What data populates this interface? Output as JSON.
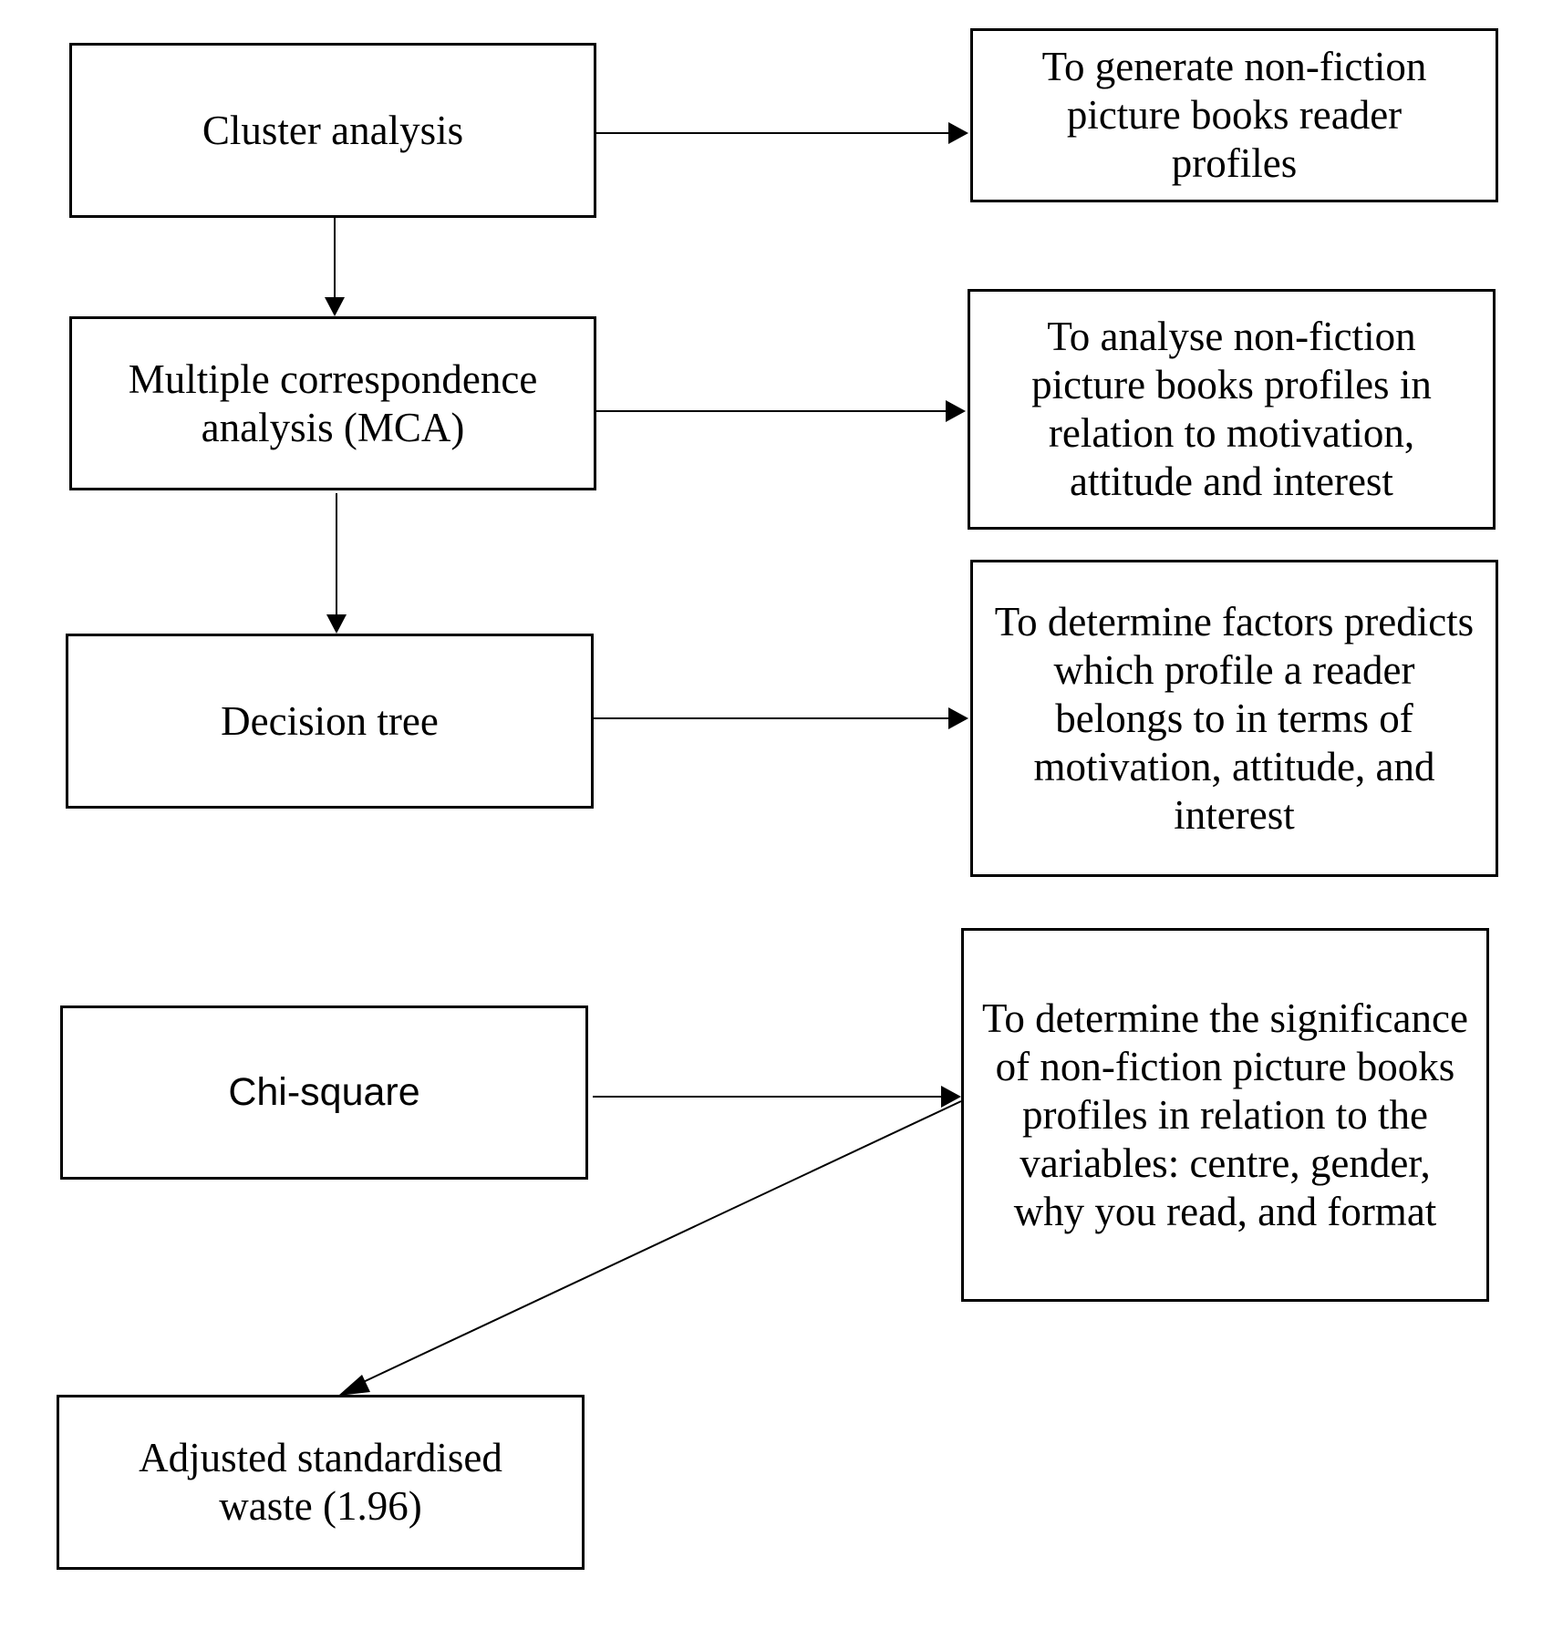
{
  "methods": [
    {
      "label": "Cluster analysis"
    },
    {
      "label": "Multiple correspondence analysis (MCA)"
    },
    {
      "label": "Decision tree"
    },
    {
      "label": "Chi-square"
    },
    {
      "label": "Adjusted standardised waste (1.96)"
    }
  ],
  "aims": [
    {
      "label": "To generate non-fiction picture books reader profiles"
    },
    {
      "label": "To analyse non-fiction picture books profiles in relation to motivation, attitude and interest"
    },
    {
      "label": "To determine factors predicts which profile a reader belongs to in terms of motivation, attitude, and interest"
    },
    {
      "label": "To determine the significance of non-fiction picture books profiles in relation to the variables: centre, gender, why you read, and format"
    }
  ],
  "colors": {
    "stroke": "#000000",
    "background": "#ffffff"
  }
}
